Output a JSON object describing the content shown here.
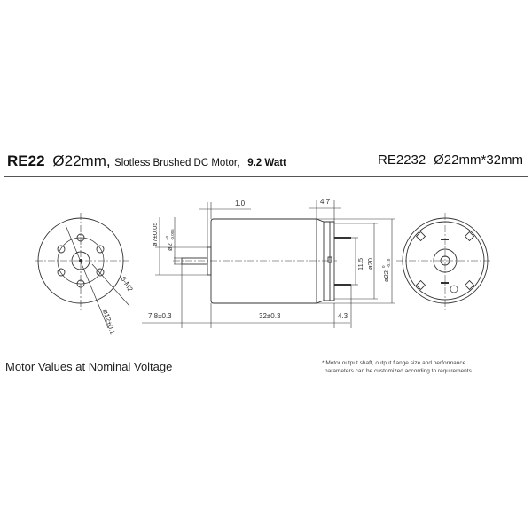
{
  "header": {
    "model": "RE22",
    "diameter": "Ø22mm,",
    "description": "Slotless Brushed DC Motor,",
    "power": "9.2 Watt",
    "part_number": "RE2232",
    "size": "Ø22mm*32mm"
  },
  "drawing": {
    "front_view": {
      "hole_label": "6-M2",
      "bolt_circle_label": "ø12±0.1"
    },
    "side_view": {
      "flange_thickness": "1.0",
      "flange_diameter": "ø7±0.05",
      "shaft_diameter": "ø2",
      "shaft_tolerance_upper": "+0",
      "shaft_tolerance_lower": "-0.005",
      "shaft_length": "7.8±0.3",
      "body_length": "32±0.3",
      "endcap_length": "4.7",
      "terminal_length": "4.3",
      "terminal_spacing": "11.5",
      "endcap_diameter": "ø20",
      "body_diameter": "ø22",
      "body_tolerance_upper": "0",
      "body_tolerance_lower": "-0.10"
    }
  },
  "section_title": "Motor Values at Nominal Voltage",
  "note": {
    "line1": "* Motor output shaft, output flange size and performance",
    "line2": "parameters can be customized according to requirements"
  }
}
